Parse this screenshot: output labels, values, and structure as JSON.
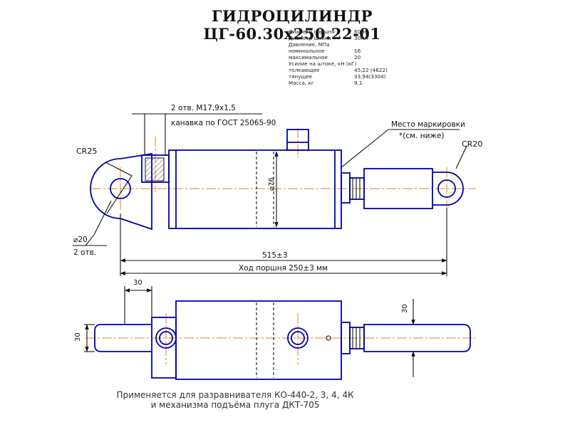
{
  "title": "ГИДРОЦИЛИНДР ЦГ-60.30х250.22-01",
  "specs": [
    {
      "k": "Диаметр поршня",
      "v": "60мм"
    },
    {
      "k": "Диаметр штока",
      "v": "30мм"
    },
    {
      "k": "Давление, МПа",
      "v": ""
    },
    {
      "k": "номинальное",
      "v": "16"
    },
    {
      "k": "максимальное",
      "v": "20"
    },
    {
      "k": "Усилие на штоке, кН (кГ)",
      "v": ""
    },
    {
      "k": "толкающее",
      "v": "45,22 (4622)"
    },
    {
      "k": "тянущее",
      "v": "33,94(3304)"
    },
    {
      "k": "Масса, кг",
      "v": "9,1"
    }
  ],
  "labels": {
    "thread": "2 отв. М17,9х1,5",
    "groove": "канавка по ГОСТ 25065-90",
    "marking_1": "Место маркировки",
    "marking_2": "*(см. ниже)",
    "cr_left": "CR25",
    "cr_right": "CR20",
    "bore_dia": "⌀76",
    "pin_dia": "⌀20",
    "two_holes": "2 отв.",
    "length": "515±3",
    "stroke": "Ход поршня 250±3 мм",
    "dim_30_top": "30",
    "dim_30_left": "30",
    "dim_30_right": "30"
  },
  "note": {
    "line1": "Применяется для разравнивателя КО-440-2, 3, 4, 4К",
    "line2": "и механизма подъёма плуга ДКТ-705"
  }
}
